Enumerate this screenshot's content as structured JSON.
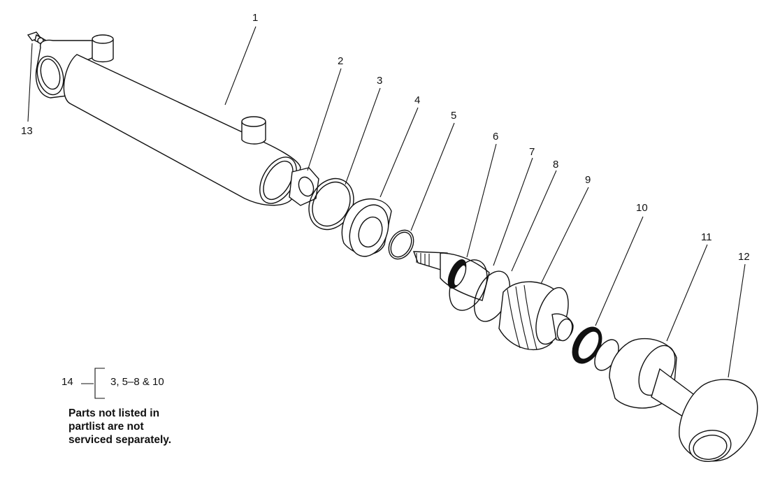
{
  "diagram": {
    "callouts": [
      "1",
      "2",
      "3",
      "4",
      "5",
      "6",
      "7",
      "8",
      "9",
      "10",
      "11",
      "12",
      "13"
    ],
    "kit": {
      "number": "14",
      "contents": "3, 5–8 & 10"
    },
    "note_lines": [
      "Parts not listed in",
      "partlist are not",
      "serviced separately."
    ]
  }
}
